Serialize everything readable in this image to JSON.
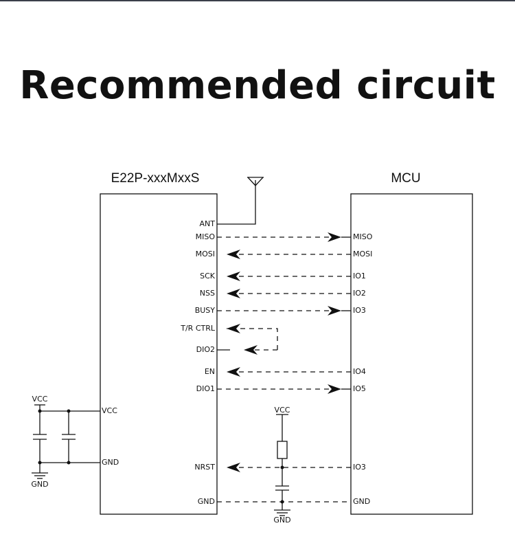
{
  "title": "Recommended circuit",
  "module": {
    "name": "E22P-xxxMxxS",
    "pins": [
      "ANT",
      "MISO",
      "MOSI",
      "SCK",
      "NSS",
      "BUSY",
      "T/R CTRL",
      "DIO2",
      "EN",
      "DIO1",
      "VCC",
      "GND",
      "NRST",
      "GND"
    ]
  },
  "mcu": {
    "name": "MCU",
    "pins": [
      "MISO",
      "MOSI",
      "IO1",
      "IO2",
      "IO3",
      "IO4",
      "IO5",
      "IO3",
      "GND"
    ]
  },
  "power": {
    "left_vcc": "VCC",
    "left_gnd": "GND",
    "mid_vcc": "VCC",
    "mid_gnd": "GND"
  }
}
